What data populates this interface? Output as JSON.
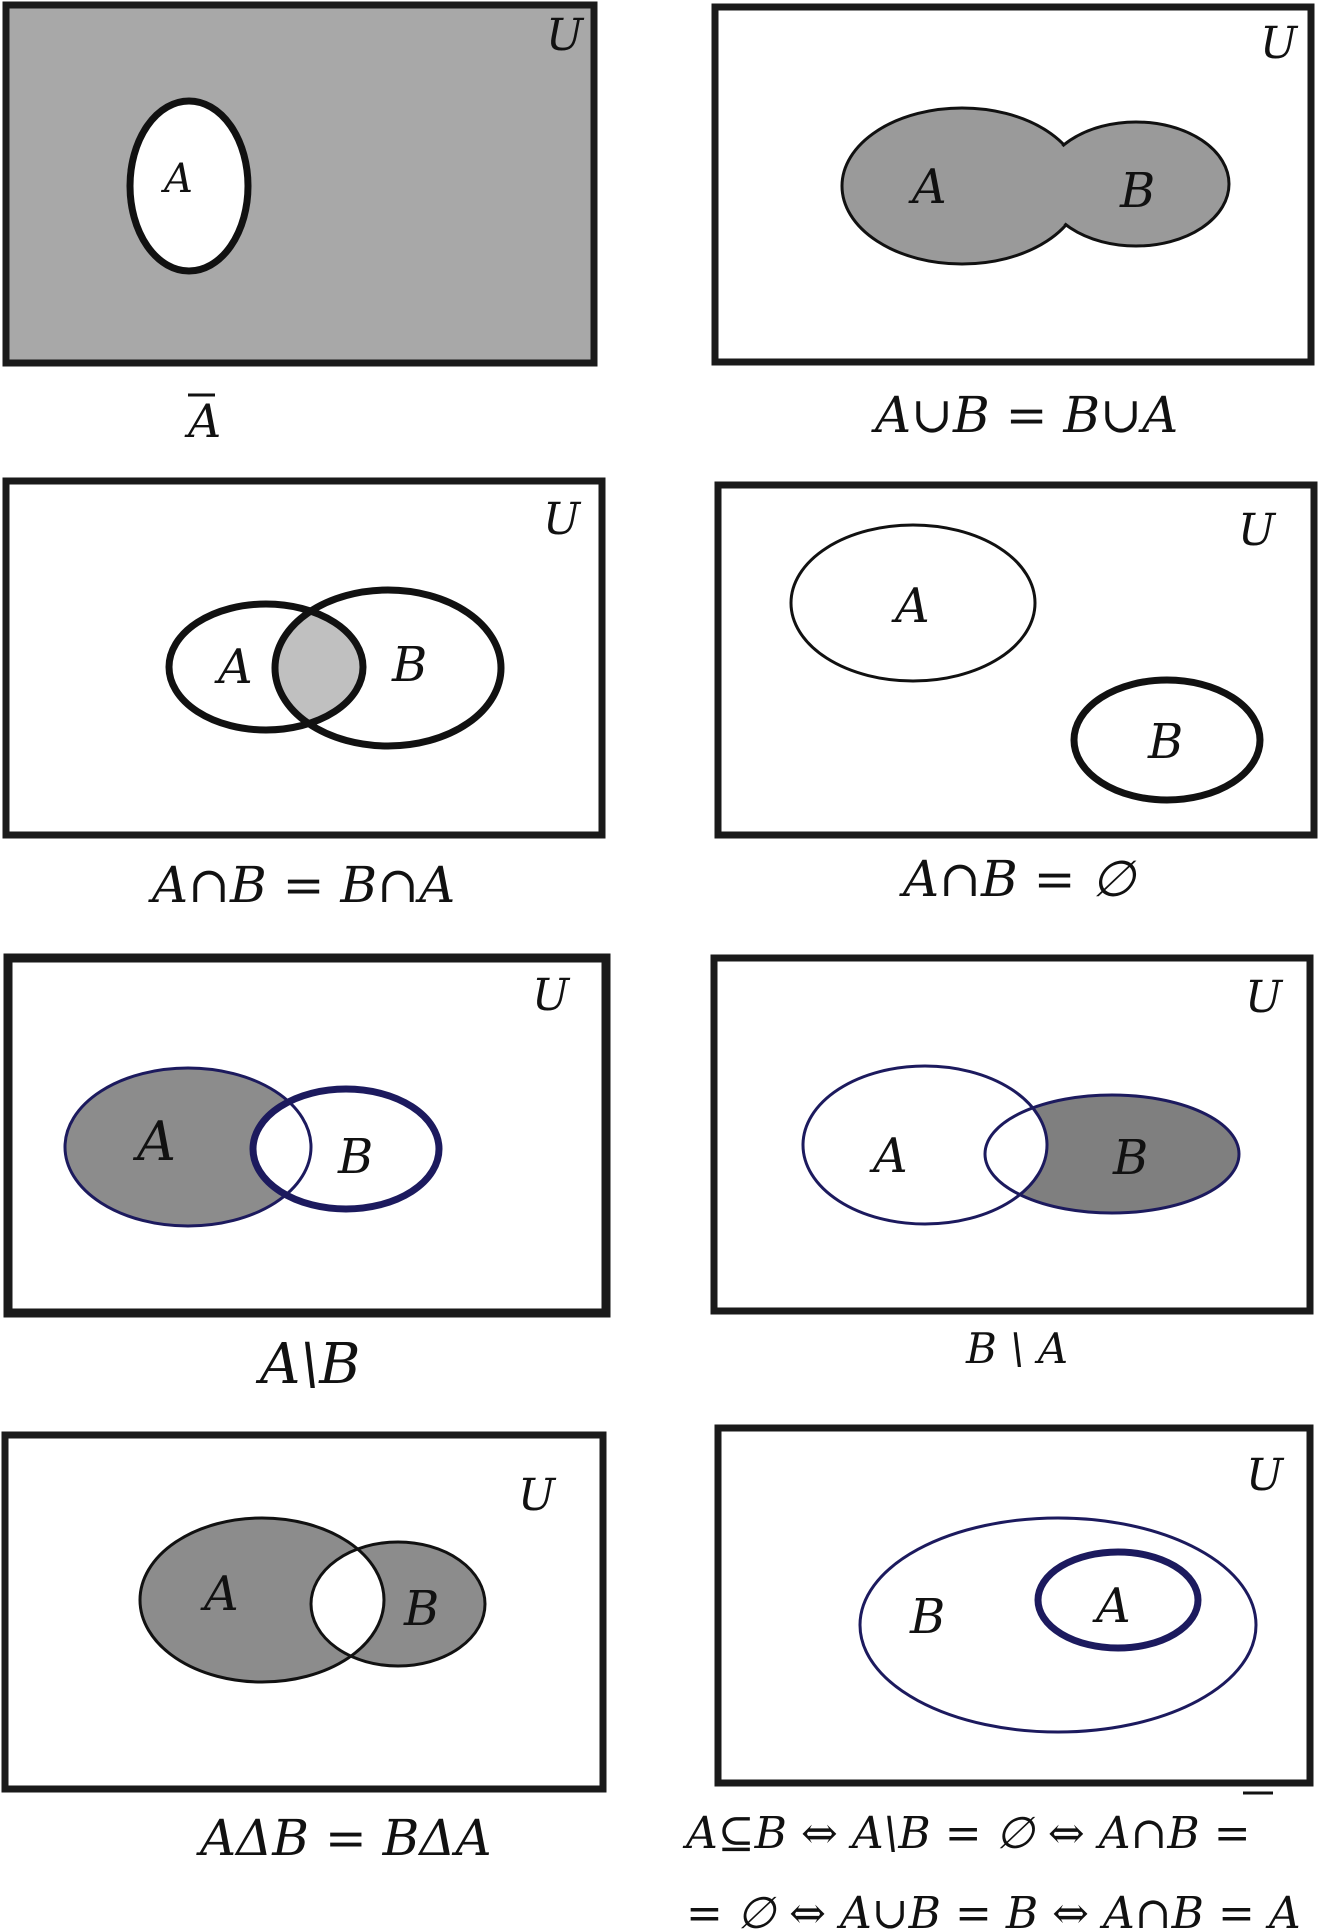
{
  "symbols": {
    "universe": "U",
    "set_a": "A",
    "set_b": "B"
  },
  "panels": [
    {
      "id": "complement",
      "caption": "A"
    },
    {
      "id": "union",
      "caption": "A∪B = B∪A"
    },
    {
      "id": "intersection",
      "caption": "A∩B = B∩A"
    },
    {
      "id": "disjoint",
      "caption": "A∩B = ∅"
    },
    {
      "id": "a-minus-b",
      "caption": "A\\B"
    },
    {
      "id": "b-minus-a",
      "caption": "B \\ A"
    },
    {
      "id": "symmetric-difference",
      "caption": "AΔB = BΔA"
    },
    {
      "id": "subset",
      "caption": "A⊆B ⇔ A\\B = ∅ ⇔ A∩B =",
      "caption_line2": "= ∅ ⇔ A∪B = B ⇔ A∩B = A"
    }
  ],
  "colors": {
    "frame": "#1a1a1a",
    "shade_dark": "#8c8c8c",
    "shade_mid": "#9a9a9a",
    "shade_light": "#c0c0c0",
    "complement_bg": "#a8a8a8",
    "navy": "#1c1a5e"
  }
}
